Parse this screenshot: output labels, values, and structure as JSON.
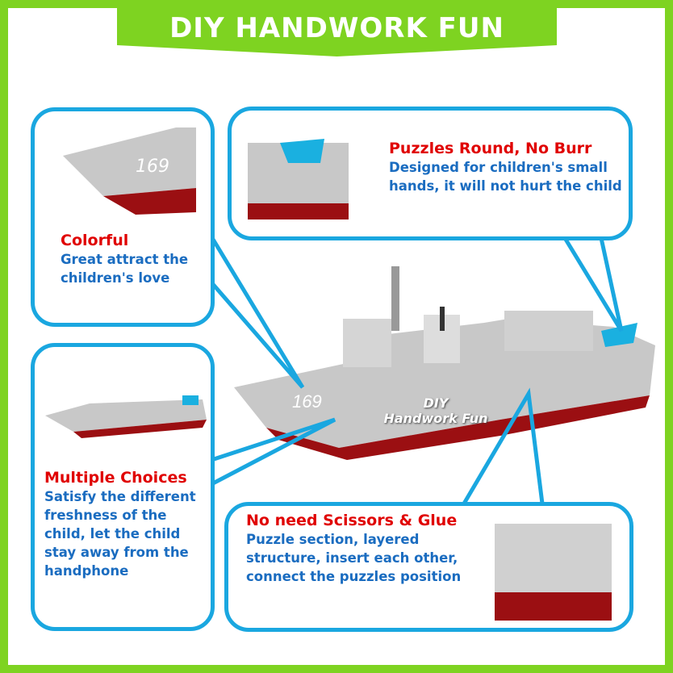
{
  "header": {
    "title": "DIY HANDWORK FUN"
  },
  "ship": {
    "hull_number": "169",
    "label_line1": "DIY",
    "label_line2": "Handwork Fun"
  },
  "callouts": [
    {
      "title": "Colorful",
      "body": "Great attract the children's love"
    },
    {
      "title": "Puzzles Round, No Burr",
      "body": "Designed for children's small hands, it will not hurt the child"
    },
    {
      "title": "Multiple Choices",
      "body": "Satisfy the different freshness of the child, let the child stay away from the handphone"
    },
    {
      "title": "No need Scissors & Glue",
      "body": "Puzzle section, layered structure, insert each other, connect the puzzles position"
    }
  ],
  "colors": {
    "frame": "#7ed321",
    "callout_border": "#1aa7e0",
    "title": "#e00000",
    "body": "#1a6cc0",
    "hull": "#9b0f12"
  }
}
